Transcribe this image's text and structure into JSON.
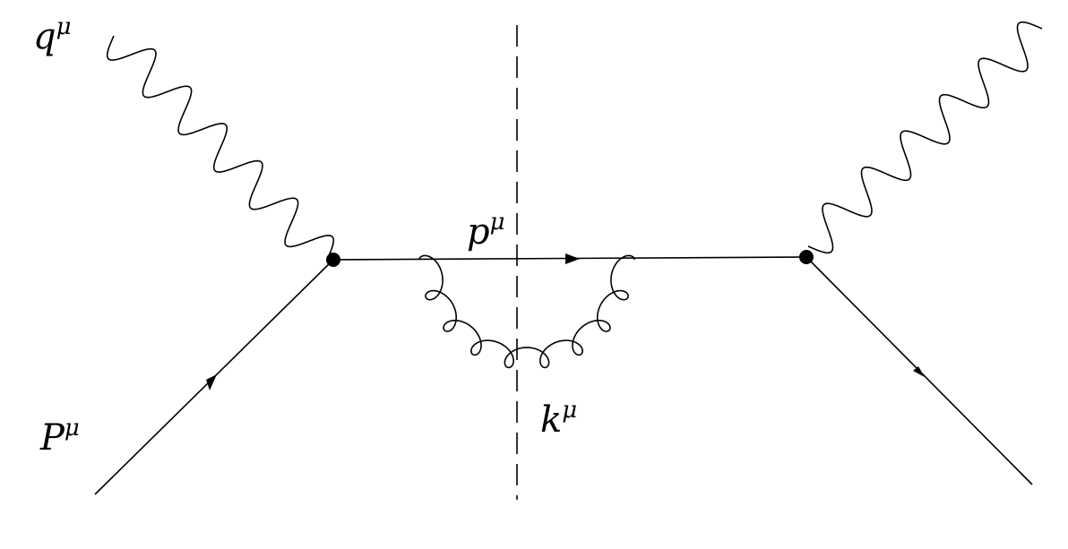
{
  "diagram": {
    "labels": {
      "q": {
        "base": "q",
        "sup": "μ"
      },
      "P": {
        "base": "P",
        "sup": "μ"
      },
      "p": {
        "base": "p",
        "sup": "μ"
      },
      "k": {
        "base": "k",
        "sup": "μ"
      }
    },
    "colors": {
      "ink": "#000000",
      "background": "#ffffff"
    }
  }
}
